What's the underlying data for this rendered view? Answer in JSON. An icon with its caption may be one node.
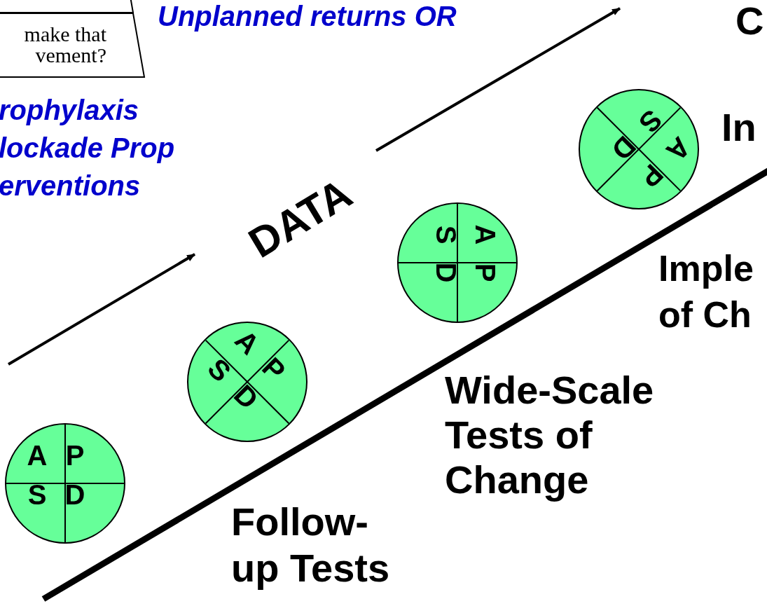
{
  "diagram": {
    "nodes": [
      {
        "text": [
          "make that vement?"
        ]
      },
      {
        "text": [
          "A",
          "P",
          "S",
          "D"
        ]
      },
      {
        "text": [
          "A",
          "P",
          "S",
          "D"
        ]
      },
      {
        "text": [
          "A",
          "P",
          "S",
          "D"
        ]
      },
      {
        "text": [
          "A",
          "P",
          "S",
          "D"
        ]
      }
    ],
    "labels": [
      "Unplanned returns OR",
      "C",
      "rophylaxis lockade Prop erventions",
      "In",
      "DATA",
      "Imple of Ch",
      "Wide-Scale Tests of Change",
      "Follow- up Tests"
    ]
  }
}
